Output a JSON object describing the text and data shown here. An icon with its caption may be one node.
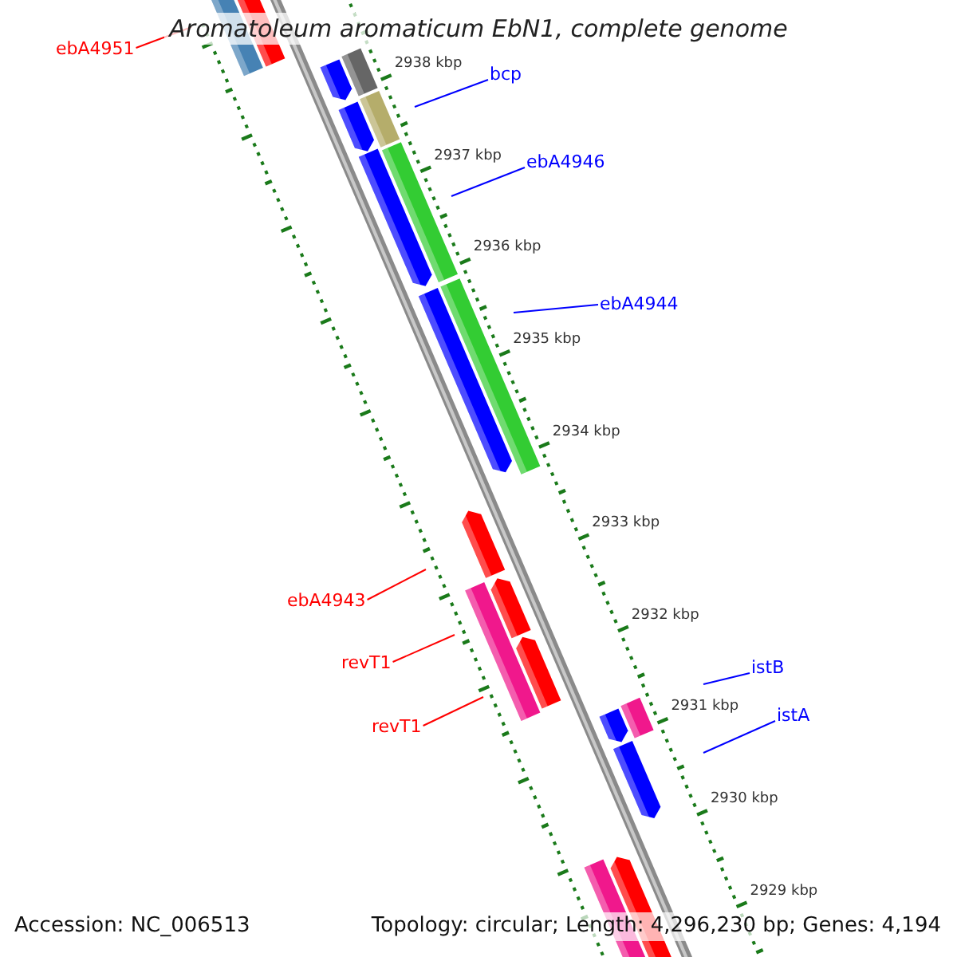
{
  "diagram": {
    "title": "Aromatoleum aromaticum EbN1, complete genome",
    "nodes": [
      {
        "text": [
          "ebA4951"
        ]
      },
      {
        "text": [
          "bcp"
        ]
      },
      {
        "text": [
          "ebA4946"
        ]
      },
      {
        "text": [
          "ebA4944"
        ]
      },
      {
        "text": [
          "ebA4943"
        ]
      },
      {
        "text": [
          "revT1"
        ]
      },
      {
        "text": [
          "revT1"
        ]
      },
      {
        "text": [
          "istB"
        ]
      },
      {
        "text": [
          "istA"
        ]
      }
    ],
    "edges": [
      {
        "from": 0,
        "to": null,
        "arrow": "none",
        "color": "#ff0000"
      },
      {
        "from": 1,
        "to": null,
        "arrow": "none"
      },
      {
        "from": 2,
        "to": null,
        "arrow": "none"
      },
      {
        "from": 3,
        "to": null,
        "arrow": "none"
      },
      {
        "from": 4,
        "to": null,
        "arrow": "none",
        "color": "#ff0000"
      },
      {
        "from": 5,
        "to": null,
        "arrow": "none",
        "color": "#ff0000"
      },
      {
        "from": 6,
        "to": null,
        "arrow": "none",
        "color": "#ff0000"
      },
      {
        "from": 7,
        "to": null,
        "arrow": "none"
      },
      {
        "from": 8,
        "to": null,
        "arrow": "none"
      }
    ],
    "labels": [
      "2938 kbp",
      "2937 kbp",
      "2936 kbp",
      "2935 kbp",
      "2934 kbp",
      "2933 kbp",
      "2932 kbp",
      "2931 kbp",
      "2930 kbp",
      "2929 kbp",
      "Accession: NC_006513",
      "Topology: circular; Length: 4,296,230 bp; Genes: 4,194"
    ]
  }
}
